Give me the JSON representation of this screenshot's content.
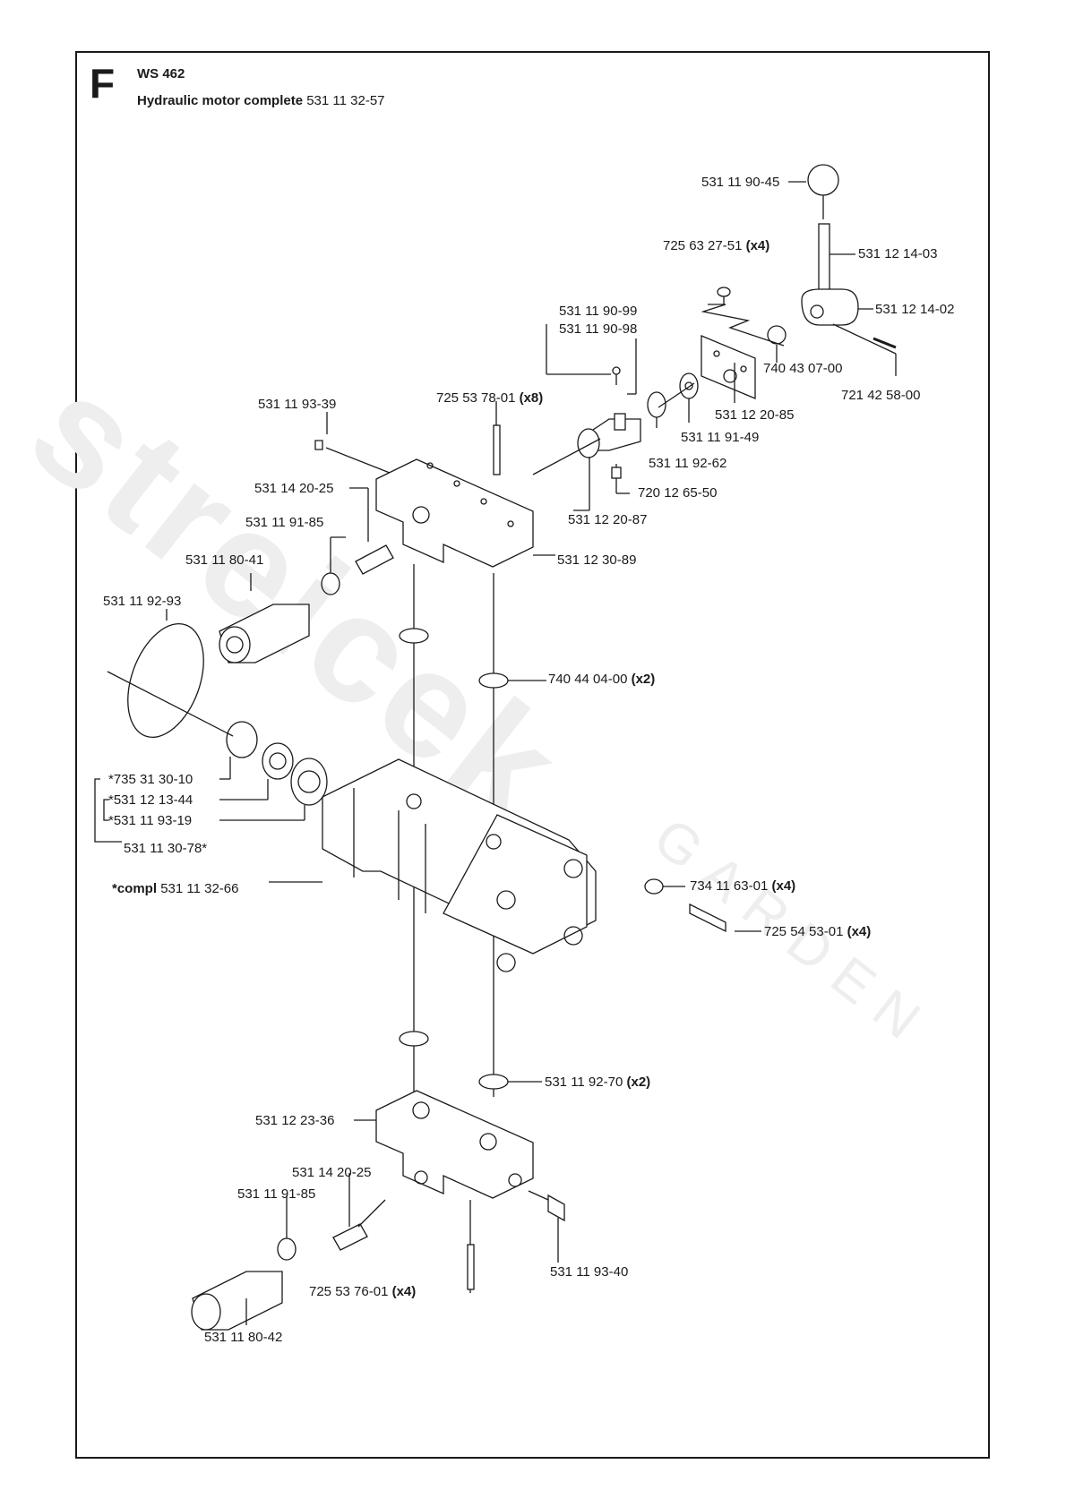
{
  "header": {
    "section": "F",
    "model": "WS 462",
    "title_bold": "Hydraulic motor complete",
    "title_part": "531 11 32-57"
  },
  "watermark": {
    "brand": "streicek",
    "sub": "GARDEN"
  },
  "labels": [
    {
      "id": "l1",
      "text": "531 11 90-45",
      "qty": ""
    },
    {
      "id": "l2",
      "text": "531 12 14-03",
      "qty": ""
    },
    {
      "id": "l3",
      "text": "725 63 27-51",
      "qty": "(x4)"
    },
    {
      "id": "l4",
      "text": "531 12 14-02",
      "qty": ""
    },
    {
      "id": "l5",
      "text": "531 11 90-99",
      "qty": ""
    },
    {
      "id": "l6",
      "text": "531 11 90-98",
      "qty": ""
    },
    {
      "id": "l7",
      "text": "740 43 07-00",
      "qty": ""
    },
    {
      "id": "l8",
      "text": "721 42 58-00",
      "qty": ""
    },
    {
      "id": "l9",
      "text": "725 53 78-01",
      "qty": "(x8)"
    },
    {
      "id": "l10",
      "text": "531 12 20-85",
      "qty": ""
    },
    {
      "id": "l11",
      "text": "531 11 93-39",
      "qty": ""
    },
    {
      "id": "l12",
      "text": "531 11 91-49",
      "qty": ""
    },
    {
      "id": "l13",
      "text": "531 11 92-62",
      "qty": ""
    },
    {
      "id": "l14",
      "text": "531 14 20-25",
      "qty": ""
    },
    {
      "id": "l15",
      "text": "720 12 65-50",
      "qty": ""
    },
    {
      "id": "l16",
      "text": "531 11 91-85",
      "qty": ""
    },
    {
      "id": "l17",
      "text": "531 12 20-87",
      "qty": ""
    },
    {
      "id": "l18",
      "text": "531 11 80-41",
      "qty": ""
    },
    {
      "id": "l19",
      "text": "531 12 30-89",
      "qty": ""
    },
    {
      "id": "l20",
      "text": "531 11 92-93",
      "qty": ""
    },
    {
      "id": "l21",
      "text": "740 44 04-00",
      "qty": "(x2)"
    },
    {
      "id": "l22",
      "text": "*735 31 30-10",
      "qty": ""
    },
    {
      "id": "l23",
      "text": "*531 12 13-44",
      "qty": ""
    },
    {
      "id": "l24",
      "text": "*531 11 93-19",
      "qty": ""
    },
    {
      "id": "l25",
      "text": "531 11 30-78*",
      "qty": ""
    },
    {
      "id": "l26",
      "text": "531 11 32-66",
      "qty": "",
      "prefix": "*compl"
    },
    {
      "id": "l27",
      "text": "734 11 63-01",
      "qty": "(x4)"
    },
    {
      "id": "l28",
      "text": "725 54 53-01",
      "qty": "(x4)"
    },
    {
      "id": "l29",
      "text": "531 11 92-70",
      "qty": "(x2)"
    },
    {
      "id": "l30",
      "text": "531 12 23-36",
      "qty": ""
    },
    {
      "id": "l31",
      "text": "531 14 20-25",
      "qty": ""
    },
    {
      "id": "l32",
      "text": "531 11 91-85",
      "qty": ""
    },
    {
      "id": "l33",
      "text": "531 11 93-40",
      "qty": ""
    },
    {
      "id": "l34",
      "text": "725 53 76-01",
      "qty": "(x4)"
    },
    {
      "id": "l35",
      "text": "531 11 80-42",
      "qty": ""
    }
  ]
}
